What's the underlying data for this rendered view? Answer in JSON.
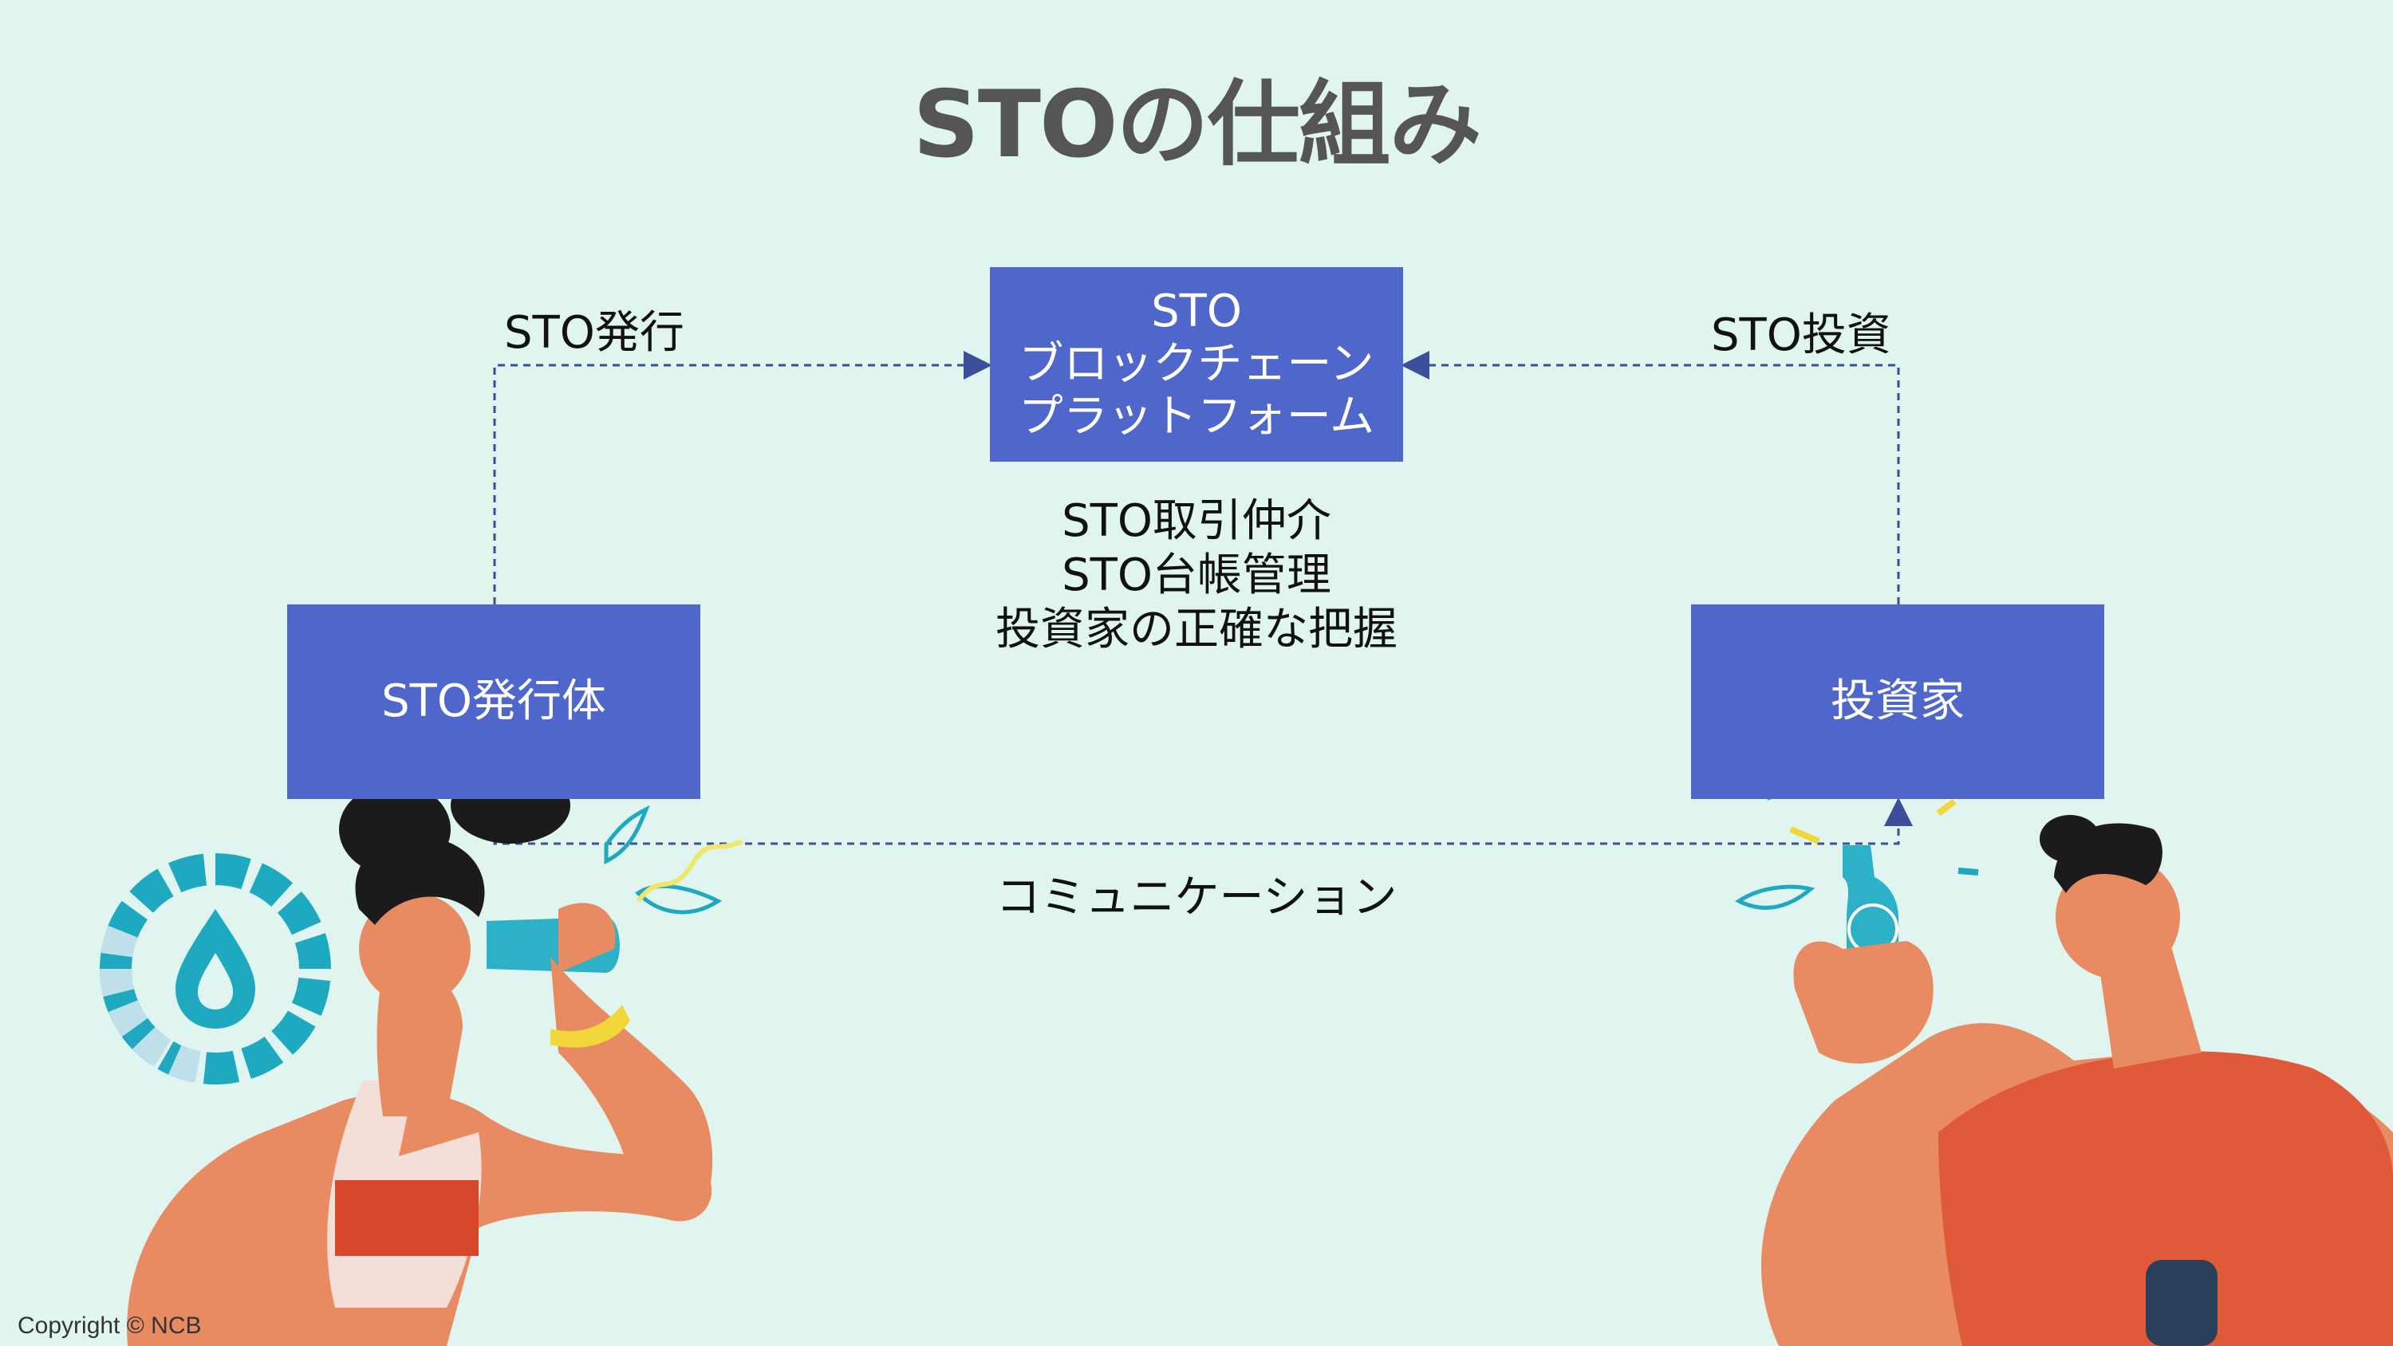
{
  "title": "STOの仕組み",
  "nodes": {
    "platform": {
      "lines": [
        "STO",
        "ブロックチェーン",
        "プラットフォーム"
      ]
    },
    "issuer": {
      "label": "STO発行体"
    },
    "investor": {
      "label": "投資家"
    }
  },
  "edges": {
    "issue": "STO発行",
    "invest": "STO投資",
    "communication": "コミュニケーション"
  },
  "platform_roles": [
    "STO取引仲介",
    "STO台帳管理",
    "投資家の正確な把握"
  ],
  "footer": {
    "copyright": "Copyright © NCB"
  },
  "colors": {
    "background": "#e0f5ef",
    "box": "#4f67cb",
    "connector": "#3d4f9a",
    "title": "#555555"
  }
}
